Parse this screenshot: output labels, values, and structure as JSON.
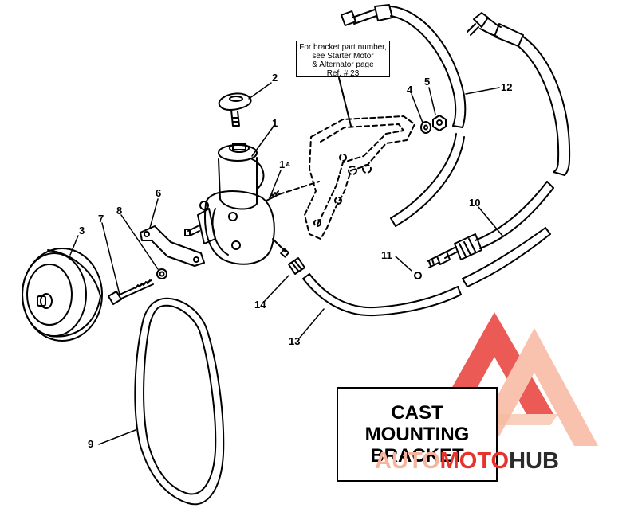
{
  "note": {
    "lines": [
      "For bracket part number,",
      "see Starter Motor",
      "& Alternator page",
      "Ref. # 23"
    ]
  },
  "title": {
    "lines": [
      "CAST",
      "MOUNTING",
      "BRACKET"
    ]
  },
  "callouts": {
    "c1": "1",
    "c1a": "1",
    "c1a_suffix": "A",
    "c2": "2",
    "c3": "3",
    "c4": "4",
    "c5": "5",
    "c6": "6",
    "c7": "7",
    "c8": "8",
    "c9": "9",
    "c10": "10",
    "c11": "11",
    "c12": "12",
    "c13": "13",
    "c14": "14"
  },
  "watermark": {
    "part1": "AUTO",
    "part2": "MOTO",
    "part3": "HUB",
    "color_primary": "#e8322c",
    "color_secondary": "#f7b49c",
    "color_dark": "#2b2b2b"
  }
}
